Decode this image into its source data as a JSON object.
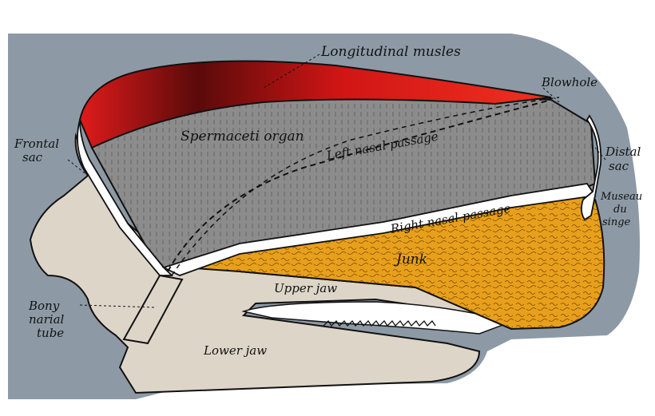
{
  "labels": {
    "longitudinal_muscles": "Longitudinal musles",
    "blowhole": "Blowhole",
    "spermaceti_organ": "Spermaceti organ",
    "left_nasal_passage": "Left nasal passage",
    "frontal_sac_1": "Frontal",
    "frontal_sac_2": "sac",
    "distal_sac_1": "Distal",
    "distal_sac_2": "sac",
    "museau_1": "Museau",
    "museau_2": "du",
    "museau_3": "singe",
    "right_nasal_passage": "Right nasal passage",
    "junk": "Junk",
    "upper_jaw": "Upper jaw",
    "bony_narial_1": "Bony",
    "bony_narial_2": "narial",
    "bony_narial_3": "tube",
    "lower_jaw": "Lower jaw"
  },
  "colors": {
    "background_skin": "#8d9aa6",
    "bone": "#ddd6c8",
    "muscle_red": "#e01b1b",
    "muscle_dark": "#3a0505",
    "spermaceti_gray": "#8c8c8c",
    "junk_orange": "#e8a01c",
    "outline": "#111111",
    "sac_white": "#ffffff"
  }
}
